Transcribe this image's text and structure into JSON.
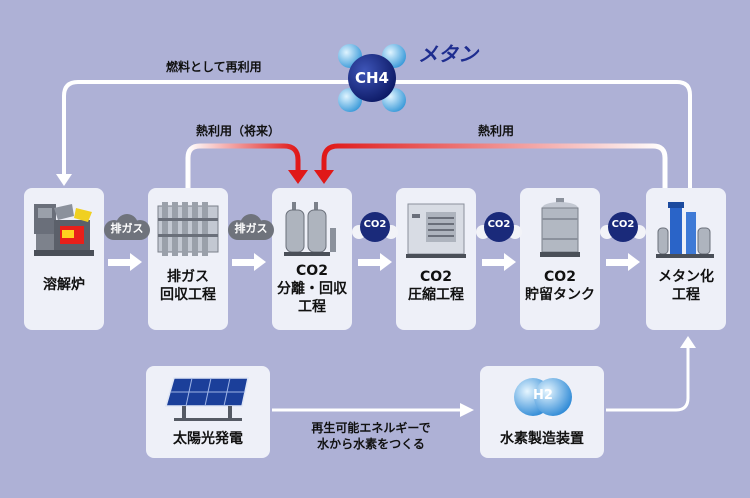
{
  "colors": {
    "background": "#aeb1d6",
    "card": "#eef0f8",
    "co2_molecule": "#1a2a7a",
    "methane_text": "#1e2d8f",
    "heat_arrow": "#e02020"
  },
  "methane": {
    "title": "メタン",
    "formula": "CH4"
  },
  "arrows": {
    "fuel_reuse": "燃料として再利用",
    "heat_future": "熱利用（将来）",
    "heat_use": "熱利用",
    "renewable_line1": "再生可能エネルギーで",
    "renewable_line2": "水から水素をつくる"
  },
  "badges": {
    "exhaust_gas": "排ガス",
    "co2": "CO2",
    "h2": "H2"
  },
  "process": [
    {
      "name": "melting_furnace",
      "line1": "溶解炉",
      "line2": "",
      "line3": ""
    },
    {
      "name": "gas_recovery",
      "line1": "排ガス",
      "line2": "回収工程",
      "line3": ""
    },
    {
      "name": "co2_separation",
      "line1": "CO2",
      "line2": "分離・回収",
      "line3": "工程"
    },
    {
      "name": "co2_compression",
      "line1": "CO2",
      "line2": "圧縮工程",
      "line3": ""
    },
    {
      "name": "co2_storage",
      "line1": "CO2",
      "line2": "貯留タンク",
      "line3": ""
    },
    {
      "name": "methanation",
      "line1": "メタン化",
      "line2": "工程",
      "line3": ""
    }
  ],
  "solar": {
    "label": "太陽光発電"
  },
  "hydrogen": {
    "label": "水素製造装置"
  }
}
